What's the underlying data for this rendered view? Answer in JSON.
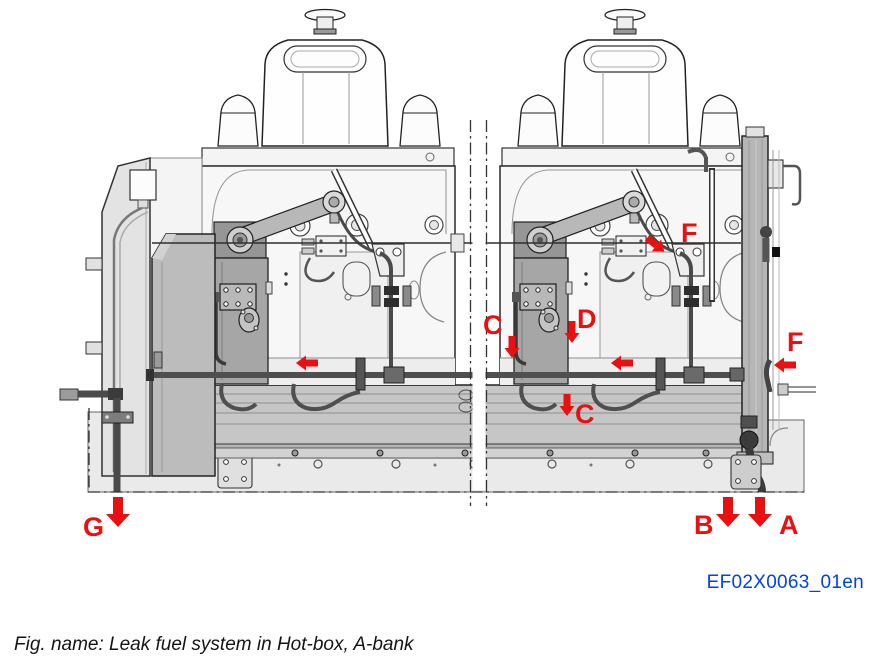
{
  "figure": {
    "drawing_id": "EF02X0063_01en",
    "caption": "Fig. name: Leak fuel system in Hot-box, A-bank"
  },
  "colors": {
    "annotation_red": "#e81010",
    "drawing_id_blue": "#0042ee"
  },
  "annotations": {
    "f_top": "F",
    "c_mid": "C",
    "d_label": "D",
    "c_bottom": "C",
    "f_right": "F",
    "b_label": "B",
    "a_label": "A",
    "g_label": "G"
  }
}
